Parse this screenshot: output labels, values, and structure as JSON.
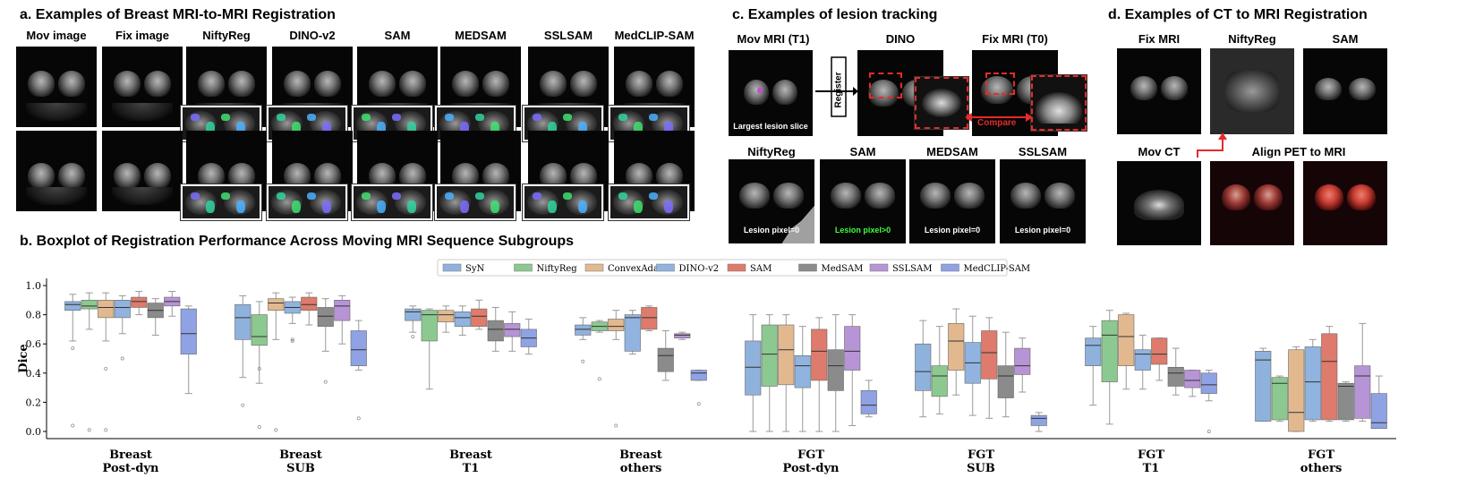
{
  "panel_a": {
    "title": "a. Examples of Breast MRI-to-MRI Registration",
    "columns": [
      "Mov image",
      "Fix image",
      "NiftyReg",
      "DINO-v2",
      "SAM",
      "MEDSAM",
      "SSLSAM",
      "MedCLIP-SAM"
    ]
  },
  "panel_b": {
    "title": "b. Boxplot of Registration Performance Across Moving MRI Sequence Subgroups"
  },
  "panel_c": {
    "title": "c. Examples of lesion tracking",
    "top_labels": [
      "Mov MRI (T1)",
      "DINO",
      "Fix MRI (T0)"
    ],
    "largest_slice": "Largest lesion slice",
    "register": "Register",
    "compare": "Compare",
    "bottom_labels": [
      "NiftyReg",
      "SAM",
      "MEDSAM",
      "SSLSAM"
    ],
    "captions": [
      "Lesion pixel=0",
      "Lesion pixel>0",
      "Lesion pixel=0",
      "Lesion pixel=0"
    ]
  },
  "panel_d": {
    "title": "d. Examples of CT to MRI Registration",
    "top_labels": [
      "Fix MRI",
      "NiftyReg",
      "SAM"
    ],
    "mov_ct": "Mov CT",
    "align": "Align PET to MRI"
  },
  "colors": {
    "SyN": "#8fb2dc",
    "NiftyReg": "#8cc991",
    "ConvexAdam": "#e2b98f",
    "DINO-v2": "#91b3e0",
    "SAM": "#de7b6c",
    "MedSAM": "#8b8b8b",
    "SSLSAM": "#b794d6",
    "MedCLIP-SAM": "#8fa2e4"
  },
  "chart_data": {
    "type": "box",
    "ylabel": "Dice",
    "ylim": [
      0.0,
      1.0
    ],
    "yticks": [
      "0.0",
      "0.2",
      "0.4",
      "0.6",
      "0.8",
      "1.0"
    ],
    "grid": false,
    "legend_position": "top-center",
    "series": [
      "SyN",
      "NiftyReg",
      "ConvexAdam",
      "DINO-v2",
      "SAM",
      "MedSAM",
      "SSLSAM",
      "MedCLIP-SAM"
    ],
    "groups": [
      {
        "label": [
          "Breast",
          "Post-dyn"
        ],
        "boxes": [
          [
            0.62,
            0.83,
            0.87,
            0.89,
            0.94
          ],
          [
            0.7,
            0.84,
            0.86,
            0.9,
            0.95
          ],
          [
            0.62,
            0.78,
            0.85,
            0.9,
            0.95
          ],
          [
            0.67,
            0.78,
            0.85,
            0.9,
            0.93
          ],
          [
            0.8,
            0.85,
            0.89,
            0.92,
            0.96
          ],
          [
            0.66,
            0.78,
            0.83,
            0.88,
            0.91
          ],
          [
            0.79,
            0.86,
            0.89,
            0.92,
            0.96
          ],
          [
            0.26,
            0.53,
            0.67,
            0.84,
            0.86
          ]
        ]
      },
      {
        "label": [
          "Breast",
          "SUB"
        ],
        "boxes": [
          [
            0.37,
            0.63,
            0.78,
            0.87,
            0.93
          ],
          [
            0.33,
            0.59,
            0.65,
            0.8,
            0.89
          ],
          [
            0.63,
            0.83,
            0.88,
            0.91,
            0.95
          ],
          [
            0.74,
            0.81,
            0.85,
            0.89,
            0.92
          ],
          [
            0.73,
            0.83,
            0.87,
            0.92,
            0.95
          ],
          [
            0.55,
            0.72,
            0.79,
            0.85,
            0.91
          ],
          [
            0.6,
            0.76,
            0.86,
            0.9,
            0.93
          ],
          [
            0.42,
            0.45,
            0.56,
            0.69,
            0.76
          ]
        ]
      },
      {
        "label": [
          "Breast",
          "T1"
        ],
        "boxes": [
          [
            0.68,
            0.76,
            0.82,
            0.84,
            0.86
          ],
          [
            0.29,
            0.62,
            0.8,
            0.83,
            0.84
          ],
          [
            0.68,
            0.75,
            0.8,
            0.83,
            0.86
          ],
          [
            0.66,
            0.72,
            0.78,
            0.82,
            0.86
          ],
          [
            0.7,
            0.72,
            0.79,
            0.84,
            0.9
          ],
          [
            0.55,
            0.62,
            0.7,
            0.76,
            0.85
          ],
          [
            0.55,
            0.65,
            0.7,
            0.74,
            0.82
          ],
          [
            0.53,
            0.58,
            0.64,
            0.7,
            0.77
          ]
        ]
      },
      {
        "label": [
          "Breast",
          "others"
        ],
        "boxes": [
          [
            0.63,
            0.66,
            0.7,
            0.73,
            0.78
          ],
          [
            0.68,
            0.69,
            0.72,
            0.75,
            0.76
          ],
          [
            0.63,
            0.69,
            0.72,
            0.77,
            0.83
          ],
          [
            0.53,
            0.55,
            0.78,
            0.8,
            0.83
          ],
          [
            0.69,
            0.7,
            0.78,
            0.85,
            0.86
          ],
          [
            0.35,
            0.41,
            0.52,
            0.57,
            0.69
          ],
          [
            0.63,
            0.64,
            0.66,
            0.67,
            0.68
          ],
          [
            0.35,
            0.35,
            0.4,
            0.42,
            0.42
          ]
        ]
      },
      {
        "label": [
          "FGT",
          "Post-dyn"
        ],
        "boxes": [
          [
            0.0,
            0.25,
            0.44,
            0.62,
            0.8
          ],
          [
            0.0,
            0.31,
            0.53,
            0.73,
            0.8
          ],
          [
            0.0,
            0.32,
            0.56,
            0.73,
            0.8
          ],
          [
            0.0,
            0.3,
            0.45,
            0.52,
            0.72
          ],
          [
            0.0,
            0.35,
            0.55,
            0.7,
            0.78
          ],
          [
            0.0,
            0.28,
            0.45,
            0.56,
            0.8
          ],
          [
            0.04,
            0.42,
            0.55,
            0.72,
            0.8
          ],
          [
            0.1,
            0.12,
            0.18,
            0.28,
            0.35
          ]
        ]
      },
      {
        "label": [
          "FGT",
          "SUB"
        ],
        "boxes": [
          [
            0.1,
            0.28,
            0.41,
            0.6,
            0.76
          ],
          [
            0.12,
            0.24,
            0.38,
            0.45,
            0.72
          ],
          [
            0.25,
            0.42,
            0.62,
            0.74,
            0.84
          ],
          [
            0.11,
            0.33,
            0.47,
            0.61,
            0.79
          ],
          [
            0.09,
            0.36,
            0.54,
            0.69,
            0.78
          ],
          [
            0.1,
            0.23,
            0.38,
            0.45,
            0.68
          ],
          [
            0.27,
            0.39,
            0.45,
            0.57,
            0.64
          ],
          [
            0.0,
            0.04,
            0.09,
            0.11,
            0.13
          ]
        ]
      },
      {
        "label": [
          "FGT",
          "T1"
        ],
        "boxes": [
          [
            0.18,
            0.45,
            0.59,
            0.64,
            0.72
          ],
          [
            0.05,
            0.34,
            0.66,
            0.76,
            0.83
          ],
          [
            0.29,
            0.45,
            0.65,
            0.8,
            0.81
          ],
          [
            0.29,
            0.42,
            0.53,
            0.56,
            0.66
          ],
          [
            0.35,
            0.46,
            0.53,
            0.64,
            0.64
          ],
          [
            0.25,
            0.31,
            0.4,
            0.44,
            0.57
          ],
          [
            0.24,
            0.3,
            0.35,
            0.42,
            0.42
          ],
          [
            0.21,
            0.26,
            0.32,
            0.4,
            0.42
          ]
        ]
      },
      {
        "label": [
          "FGT",
          "others"
        ],
        "boxes": [
          [
            0.07,
            0.07,
            0.49,
            0.55,
            0.57
          ],
          [
            0.07,
            0.08,
            0.33,
            0.37,
            0.38
          ],
          [
            0.0,
            0.0,
            0.13,
            0.56,
            0.58
          ],
          [
            0.07,
            0.08,
            0.34,
            0.58,
            0.63
          ],
          [
            0.07,
            0.08,
            0.48,
            0.67,
            0.72
          ],
          [
            0.07,
            0.08,
            0.31,
            0.33,
            0.34
          ],
          [
            0.07,
            0.09,
            0.38,
            0.45,
            0.74
          ],
          [
            0.07,
            0.02,
            0.06,
            0.26,
            0.38
          ]
        ]
      }
    ],
    "outliers": [
      [
        0,
        0,
        0.57
      ],
      [
        0,
        0,
        0.04
      ],
      [
        0,
        1,
        0.01
      ],
      [
        0,
        2,
        0.43
      ],
      [
        0,
        2,
        0.01
      ],
      [
        0,
        3,
        0.5
      ],
      [
        1,
        0,
        0.18
      ],
      [
        1,
        1,
        0.43
      ],
      [
        1,
        1,
        0.03
      ],
      [
        1,
        2,
        0.01
      ],
      [
        1,
        3,
        0.62
      ],
      [
        1,
        3,
        0.63
      ],
      [
        1,
        5,
        0.34
      ],
      [
        1,
        7,
        0.09
      ],
      [
        2,
        0,
        0.65
      ],
      [
        3,
        0,
        0.48
      ],
      [
        3,
        1,
        0.36
      ],
      [
        3,
        2,
        0.04
      ],
      [
        3,
        7,
        0.19
      ],
      [
        6,
        7,
        0.0
      ]
    ]
  }
}
